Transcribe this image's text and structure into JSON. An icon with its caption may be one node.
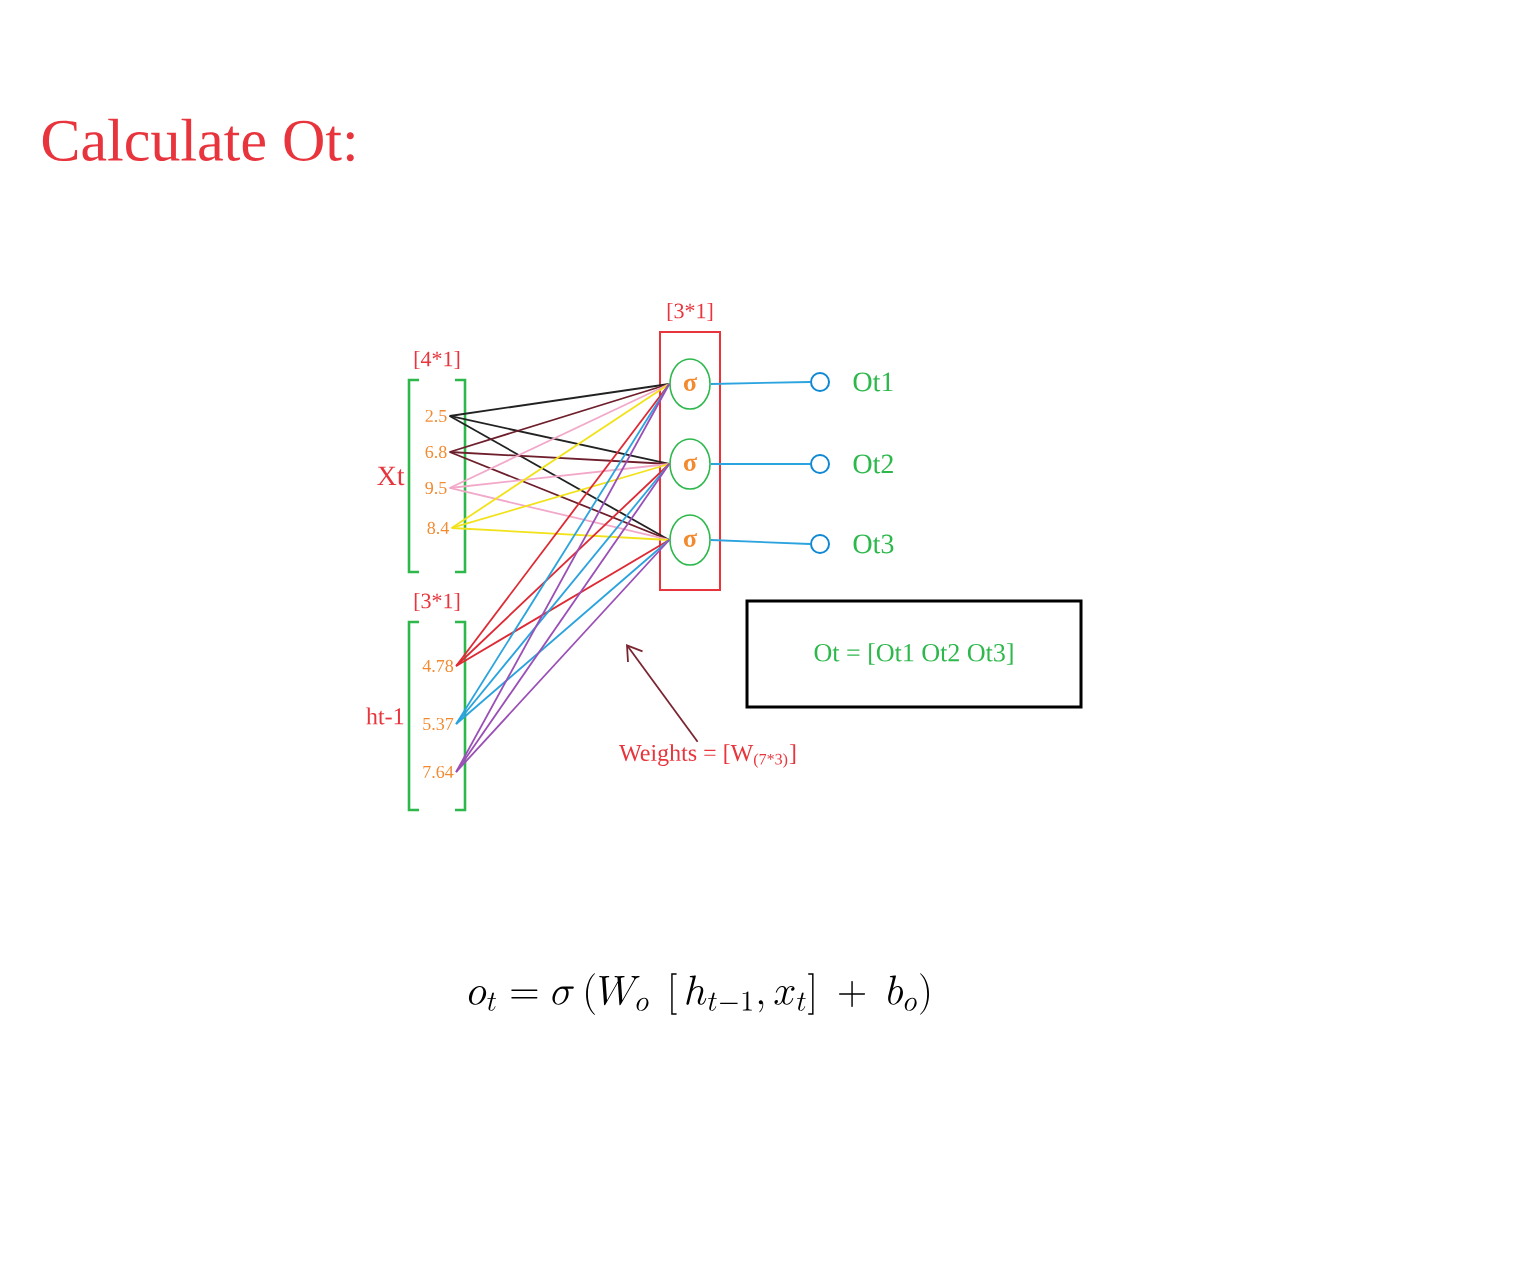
{
  "diagram": {
    "title": "Calculate Ot:",
    "nodes": [
      {
        "text": [
          "[4*1]"
        ],
        "beside": [
          "Xt"
        ]
      },
      {
        "text": [
          "2.5"
        ],
        "in": 0
      },
      {
        "text": [
          "6.8"
        ],
        "in": 0
      },
      {
        "text": [
          "9.5"
        ],
        "in": 0
      },
      {
        "text": [
          "8.4"
        ],
        "in": 0
      },
      {
        "text": [
          "[3*1]"
        ],
        "beside": [
          "ht-1"
        ]
      },
      {
        "text": [
          "4.78"
        ],
        "in": 5
      },
      {
        "text": [
          "5.37"
        ],
        "in": 5
      },
      {
        "text": [
          "7.64"
        ],
        "in": 5
      },
      {
        "text": [
          "[3*1]"
        ]
      },
      {
        "text": [
          "σ"
        ],
        "in": 9
      },
      {
        "text": [
          "σ"
        ],
        "in": 9
      },
      {
        "text": [
          "σ"
        ],
        "in": 9
      },
      {
        "text": [],
        "shape": "circle",
        "beside": [
          "Ot1"
        ]
      },
      {
        "text": [],
        "shape": "circle",
        "beside": [
          "Ot2"
        ]
      },
      {
        "text": [],
        "shape": "circle",
        "beside": [
          "Ot3"
        ]
      },
      {
        "text": [
          "Ot = [Ot1  Ot2  Ot3]"
        ]
      },
      {
        "text": [
          "Weights = [W$_{(7*3)}$]"
        ]
      }
    ],
    "edges": [
      {
        "from": 1,
        "to": 10,
        "arrow": "none",
        "color": "#222222"
      },
      {
        "from": 1,
        "to": 11,
        "arrow": "none",
        "color": "#222222"
      },
      {
        "from": 1,
        "to": 12,
        "arrow": "none",
        "color": "#222222"
      },
      {
        "from": 2,
        "to": 10,
        "arrow": "none",
        "color": "#6e1f2c"
      },
      {
        "from": 2,
        "to": 11,
        "arrow": "none",
        "color": "#6e1f2c"
      },
      {
        "from": 2,
        "to": 12,
        "arrow": "none",
        "color": "#6e1f2c"
      },
      {
        "from": 3,
        "to": 10,
        "arrow": "none",
        "color": "#f2a9c9"
      },
      {
        "from": 3,
        "to": 11,
        "arrow": "none",
        "color": "#f2a9c9"
      },
      {
        "from": 3,
        "to": 12,
        "arrow": "none",
        "color": "#f2a9c9"
      },
      {
        "from": 4,
        "to": 10,
        "arrow": "none",
        "color": "#f2e21a"
      },
      {
        "from": 4,
        "to": 11,
        "arrow": "none",
        "color": "#f2e21a"
      },
      {
        "from": 4,
        "to": 12,
        "arrow": "none",
        "color": "#f2e21a"
      },
      {
        "from": 6,
        "to": 10,
        "arrow": "none",
        "color": "#dd2a35"
      },
      {
        "from": 6,
        "to": 11,
        "arrow": "none",
        "color": "#dd2a35"
      },
      {
        "from": 6,
        "to": 12,
        "arrow": "none",
        "color": "#dd2a35"
      },
      {
        "from": 7,
        "to": 10,
        "arrow": "none",
        "color": "#2aa3de"
      },
      {
        "from": 7,
        "to": 11,
        "arrow": "none",
        "color": "#2aa3de"
      },
      {
        "from": 7,
        "to": 12,
        "arrow": "none",
        "color": "#2aa3de"
      },
      {
        "from": 8,
        "to": 10,
        "arrow": "none",
        "color": "#9a4fb6"
      },
      {
        "from": 8,
        "to": 11,
        "arrow": "none",
        "color": "#9a4fb6"
      },
      {
        "from": 8,
        "to": 12,
        "arrow": "none",
        "color": "#9a4fb6"
      },
      {
        "from": 10,
        "to": 13,
        "arrow": "none",
        "color": "#2aa3de"
      },
      {
        "from": 11,
        "to": 14,
        "arrow": "none",
        "color": "#2aa3de"
      },
      {
        "from": 12,
        "to": 15,
        "arrow": "none",
        "color": "#2aa3de"
      },
      {
        "from": 17,
        "to": null,
        "arrow": "to",
        "color": "#7a2630"
      }
    ],
    "labels": [
      "o_t = \\sigma\\left(W_o\\ \\left[\\,h_{t-1}, x_t\\right]\\ +\\ b_o\\right)"
    ]
  }
}
